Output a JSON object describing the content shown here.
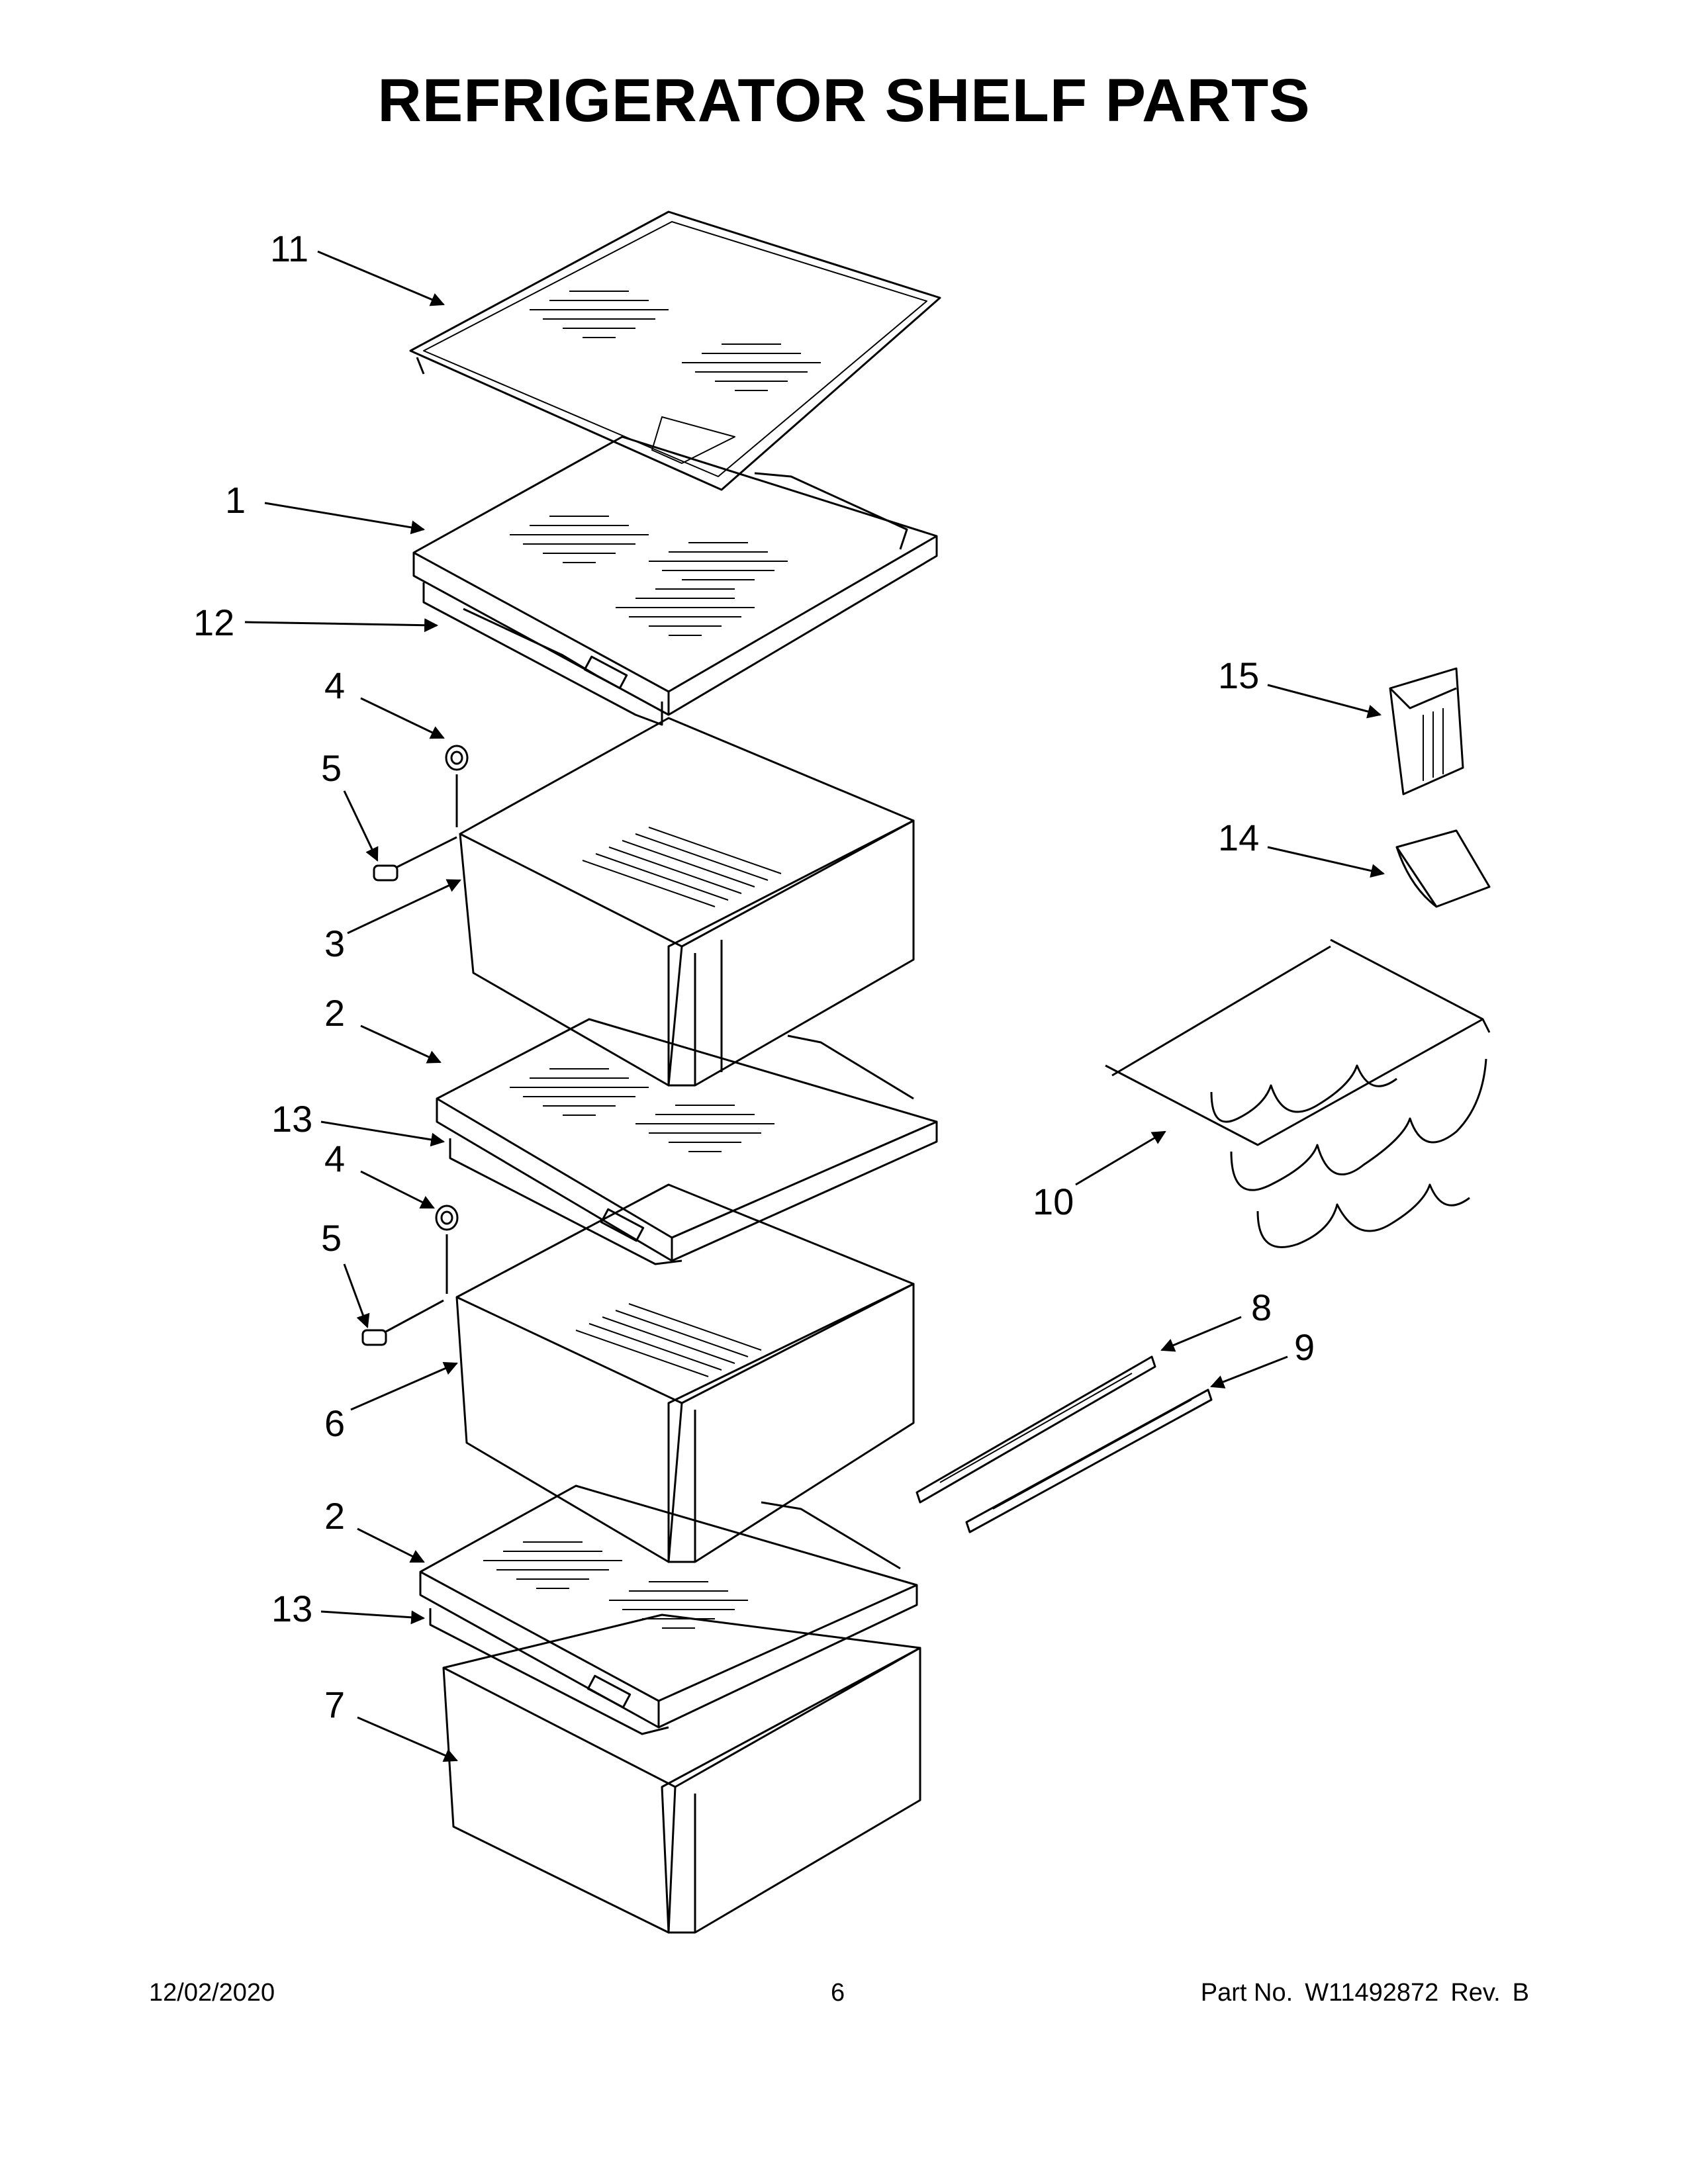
{
  "title": "REFRIGERATOR SHELF PARTS",
  "callouts": {
    "c11": "11",
    "c1": "1",
    "c12": "12",
    "c4a": "4",
    "c5a": "5",
    "c3": "3",
    "c2a": "2",
    "c13a": "13",
    "c4b": "4",
    "c5b": "5",
    "c6": "6",
    "c2b": "2",
    "c13b": "13",
    "c7": "7",
    "c15": "15",
    "c14": "14",
    "c10": "10",
    "c8": "8",
    "c9": "9"
  },
  "footer": {
    "date": "12/02/2020",
    "page": "6",
    "part_prefix": "Part No.",
    "part_number": "W11492872",
    "rev_prefix": "Rev.",
    "rev": "B"
  }
}
